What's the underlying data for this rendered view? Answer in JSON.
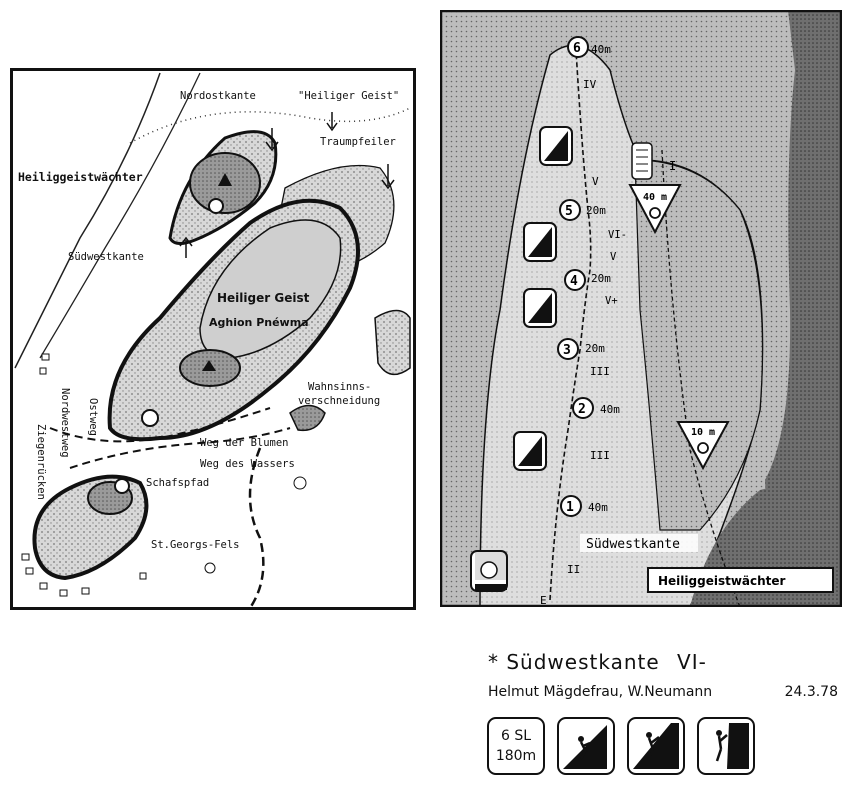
{
  "map": {
    "labels": {
      "nordostkante": "Nordostkante",
      "heiliger_geist_top": "\"Heiliger Geist\"",
      "traumpfeiler": "Traumpfeiler",
      "heiliggeistwaechter": "Heiliggeistwächter",
      "suedwestkante": "Südwestkante",
      "heiliger_geist": "Heiliger Geist",
      "aghion_pnewma": "Aghion Pnéwma",
      "ostweg": "Ostweg",
      "nordwestweg": "Nordwestweg",
      "ziegenruecken": "Ziegenrücken",
      "wahnsinns1": "Wahnsinns-",
      "wahnsinns2": "verschneidung",
      "weg_blumen": "Weg der Blumen",
      "weg_wassers": "Weg des Wassers",
      "schafspfad": "Schafspfad",
      "st_georgs_fels": "St.Georgs-Fels"
    }
  },
  "topo": {
    "pitches": [
      {
        "n": "6",
        "len": "40m"
      },
      {
        "n": "5",
        "len": "20m"
      },
      {
        "n": "4",
        "len": "20m"
      },
      {
        "n": "3",
        "len": "20m"
      },
      {
        "n": "2",
        "len": "40m"
      },
      {
        "n": "1",
        "len": "40m"
      }
    ],
    "grades": [
      "IV",
      "V",
      "VI-",
      "V",
      "V+",
      "III",
      "III",
      "II"
    ],
    "rappel_labels": [
      "I",
      "40 m",
      "10 m"
    ],
    "route_label": "Südwestkante",
    "start_label": "E",
    "peak_label": "Heiliggeistwächter"
  },
  "route": {
    "star": "*",
    "name": "Südwestkante",
    "grade": "VI-",
    "authors": "Helmut Mägdefrau, W.Neumann",
    "date": "24.3.78",
    "pitches": "6 SL",
    "length": "180m",
    "icons": [
      "slab-climb-icon",
      "face-climb-icon",
      "crack-climb-icon"
    ]
  }
}
